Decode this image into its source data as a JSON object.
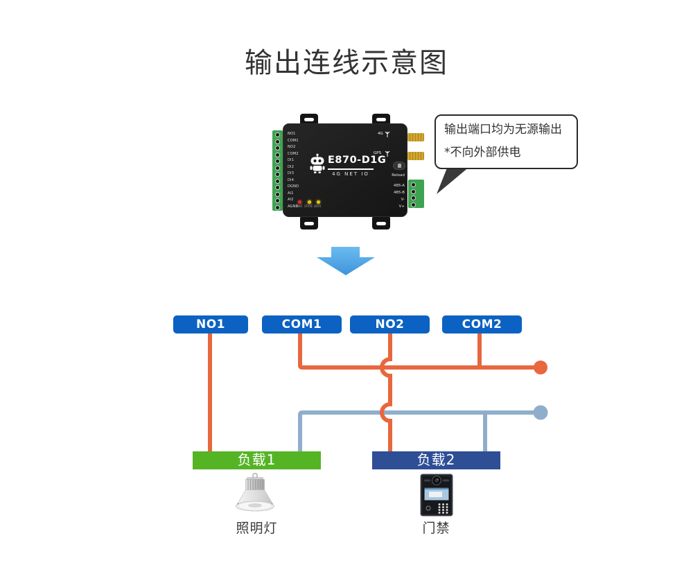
{
  "title": "输出连线示意图",
  "callout": {
    "line1": "输出端口均为无源输出",
    "line2": "*不向外部供电"
  },
  "device": {
    "model": "E870-D1G",
    "subtitle": "4G NET IO",
    "left_terminals": [
      "NO1",
      "COM1",
      "NO2",
      "COM2",
      "DI1",
      "DI2",
      "DI3",
      "DI4",
      "DGND",
      "AI1",
      "AI2",
      "AGND"
    ],
    "led_labels": [
      "PWR",
      "STATE",
      "DATA"
    ],
    "antenna_4g": "4G",
    "antenna_gps": "GPS",
    "reload": "Reload",
    "right_terminals": [
      "485-A",
      "485-B",
      "V-",
      "V+"
    ]
  },
  "ports": [
    {
      "label": "NO1"
    },
    {
      "label": "COM1"
    },
    {
      "label": "NO2"
    },
    {
      "label": "COM2"
    }
  ],
  "loads": [
    {
      "label": "负载1",
      "caption": "照明灯"
    },
    {
      "label": "负载2",
      "caption": "门禁"
    }
  ],
  "icons": {
    "down_arrow": "down-arrow-icon",
    "robot": "robot-logo-icon",
    "antenna": "antenna-icon",
    "sim": "sim-slot-icon",
    "lamp": "high-bay-lamp-icon",
    "door": "access-control-icon"
  },
  "colors": {
    "port_label_bg": "#0B62C2",
    "wire_orange": "#E8673E",
    "wire_blue": "#8FAECB",
    "load1_bg": "#55B424",
    "load2_bg": "#2E4E96",
    "arrow_blue": "#4FA6E5",
    "terminal_green": "#3EA350",
    "antenna_gold": "#D0A62E",
    "led_red": "#E03020",
    "led_yellow": "#E8C400"
  }
}
